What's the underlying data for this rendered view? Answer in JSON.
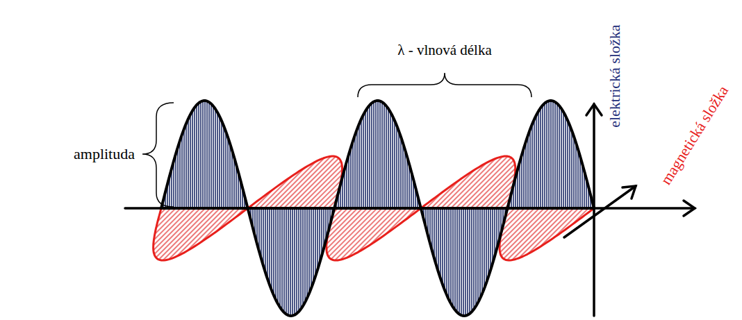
{
  "diagram": {
    "labels": [
      "λ - vlnová délka",
      "amplituda",
      "elektrická složka",
      "magnetická složka"
    ]
  }
}
